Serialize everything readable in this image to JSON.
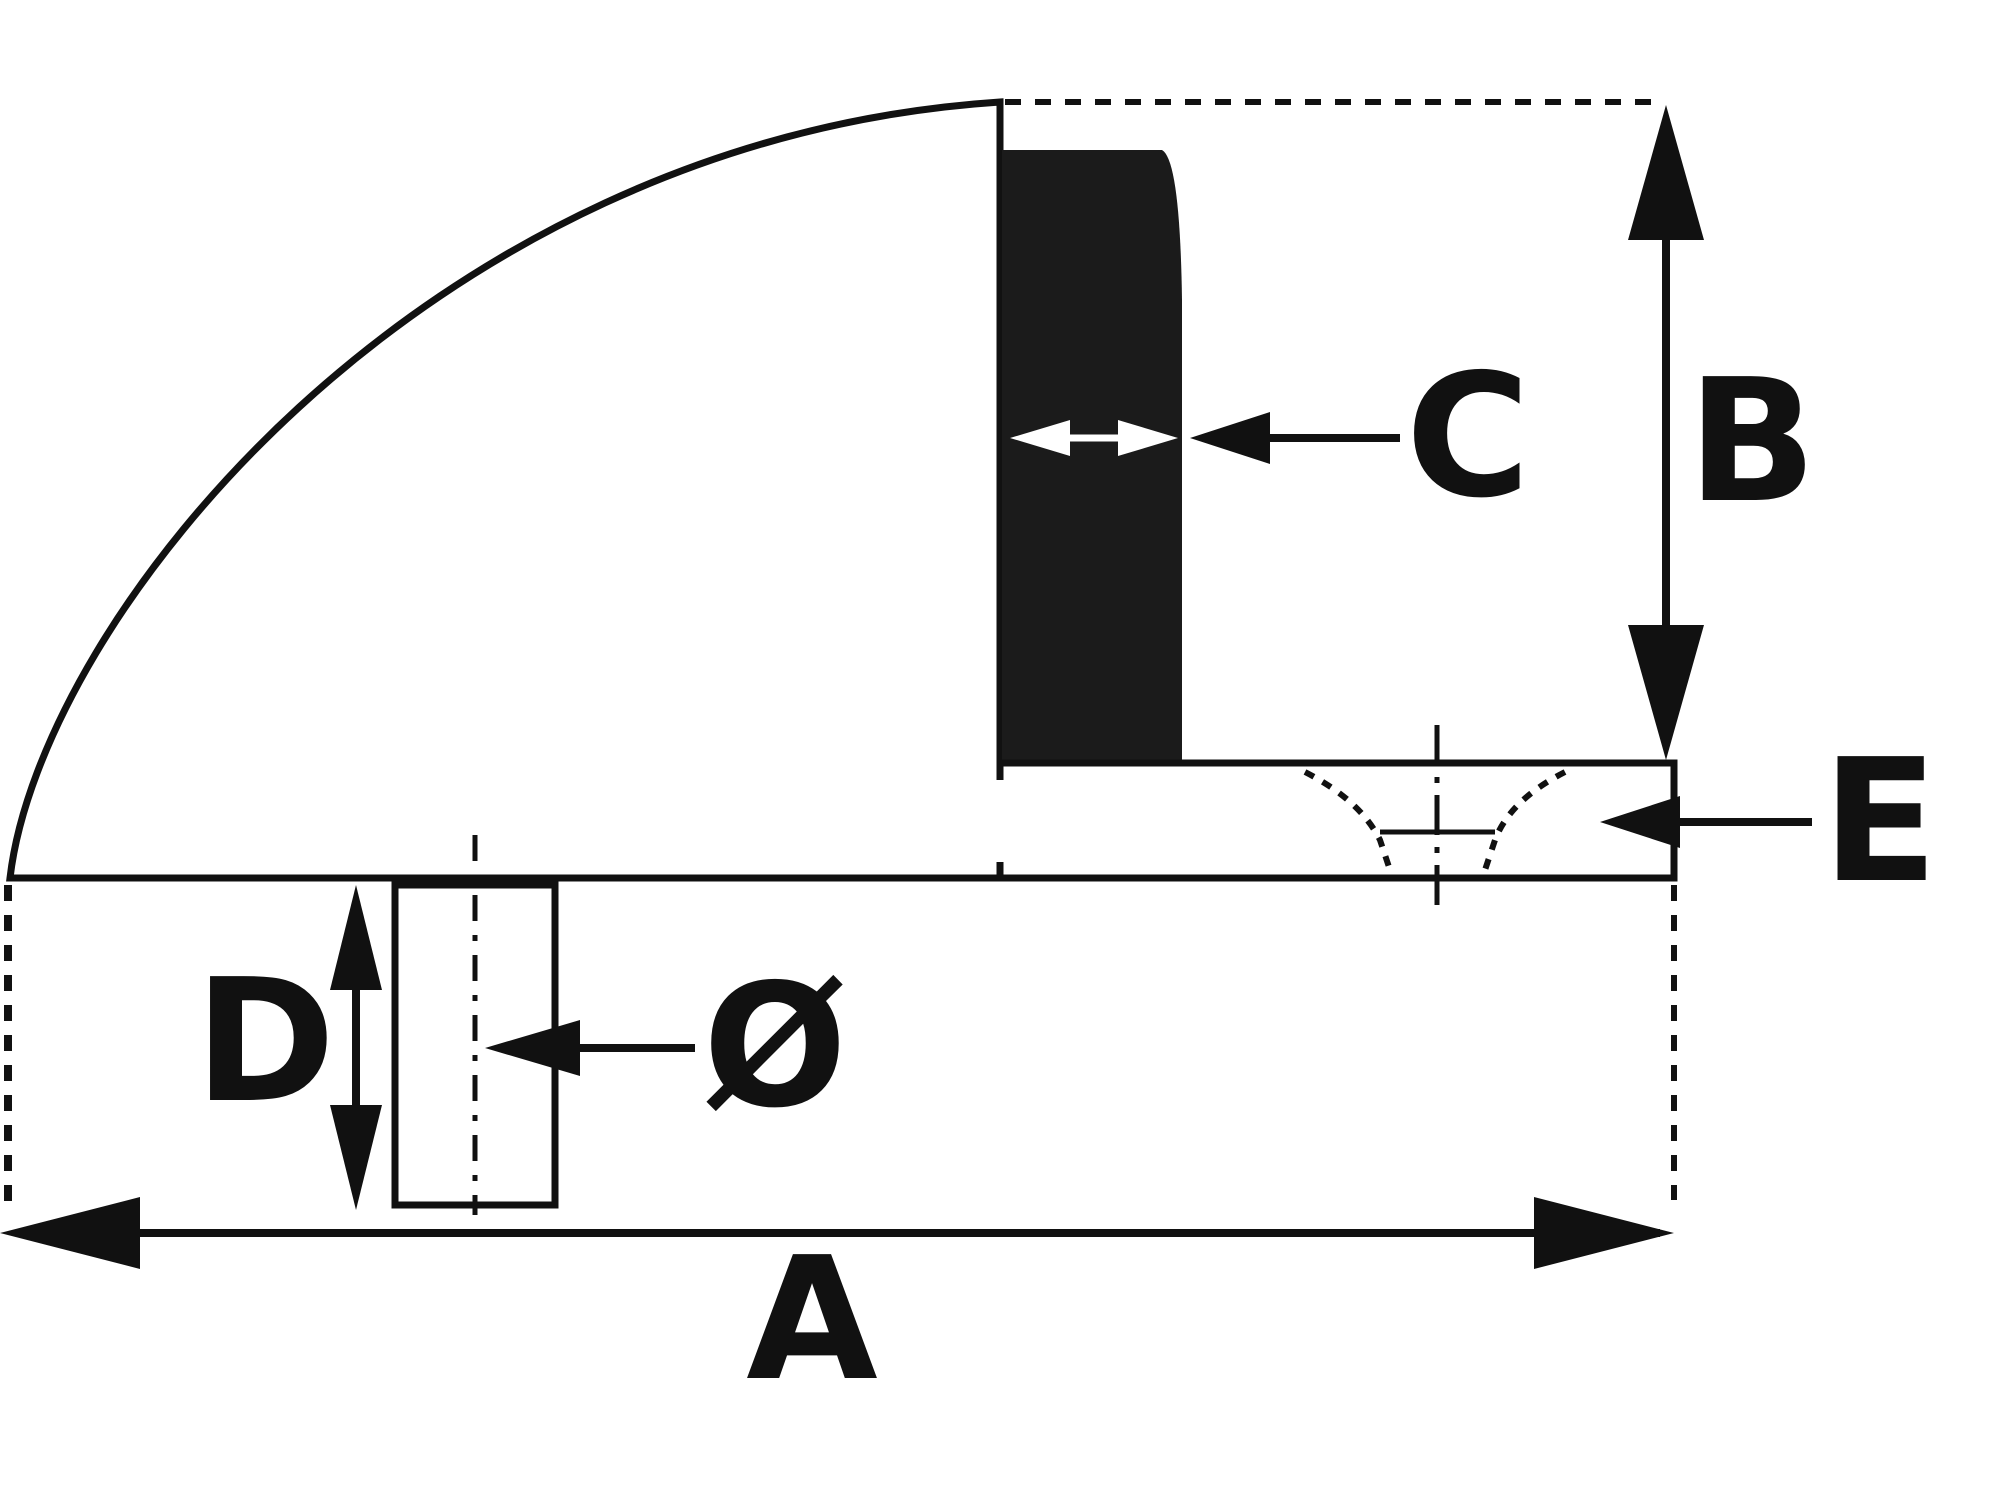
{
  "labels": {
    "a": "A",
    "b": "B",
    "c": "C",
    "d": "D",
    "e": "E",
    "diameter": "Ø"
  },
  "colors": {
    "line": "#111111",
    "fill_dark": "#1b1b1b",
    "background": "#ffffff",
    "inner_arrow": "#ffffff"
  }
}
